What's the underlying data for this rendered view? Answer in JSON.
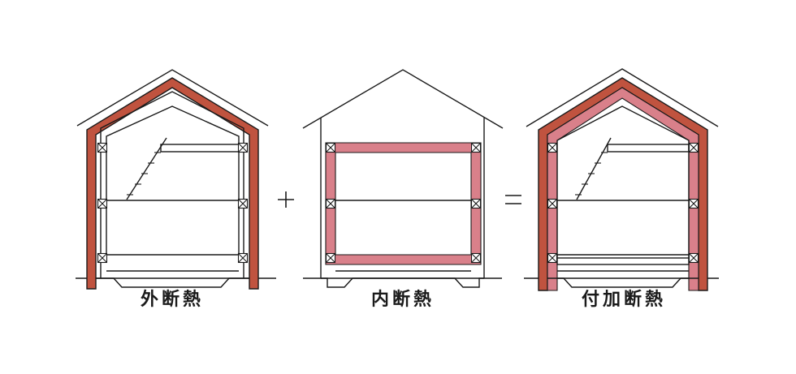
{
  "labels": {
    "outer": "外断熱",
    "inner": "内断熱",
    "combined": "付加断熱"
  },
  "colors": {
    "outer_insulation": "#c0533f",
    "inner_insulation": "#d9808a",
    "line": "#1a1a1a"
  }
}
